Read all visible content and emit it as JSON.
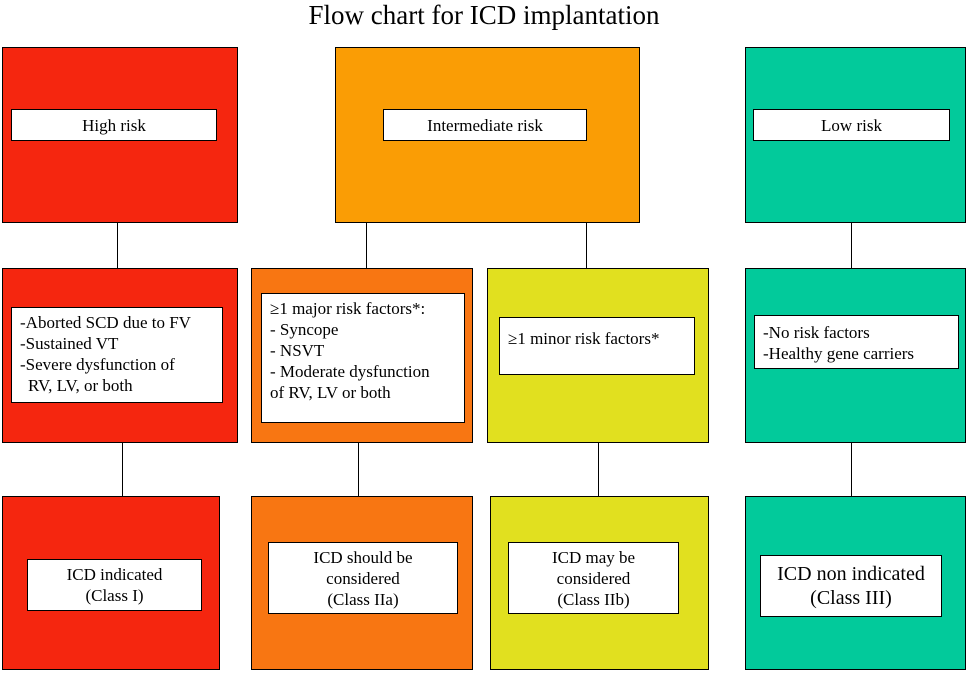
{
  "title": "Flow chart for ICD implantation",
  "colors": {
    "high": "#f5260f",
    "intermediate": "#fa9d05",
    "major": "#f87612",
    "minor": "#e1e01f",
    "low": "#02ca9b"
  },
  "risk_levels": {
    "high": "High risk",
    "intermediate": "Intermediate risk",
    "low": "Low risk"
  },
  "criteria": {
    "high": [
      "-Aborted SCD due to FV",
      "-Sustained VT",
      "-Severe dysfunction of",
      "RV, LV, or both"
    ],
    "major": [
      "≥1 major risk factors*:",
      " - Syncope",
      " - NSVT",
      " - Moderate dysfunction",
      "   of RV, LV or both"
    ],
    "minor": [
      "≥1 minor risk factors*"
    ],
    "low": [
      "-No risk factors",
      "-Healthy gene carriers"
    ]
  },
  "recommendations": {
    "high": [
      "ICD indicated",
      "(Class I)"
    ],
    "major": [
      "ICD should be",
      "considered",
      "(Class IIa)"
    ],
    "minor": [
      "ICD may be",
      "considered",
      "(Class IIb)"
    ],
    "low": [
      "ICD non indicated",
      "(Class III)"
    ]
  }
}
